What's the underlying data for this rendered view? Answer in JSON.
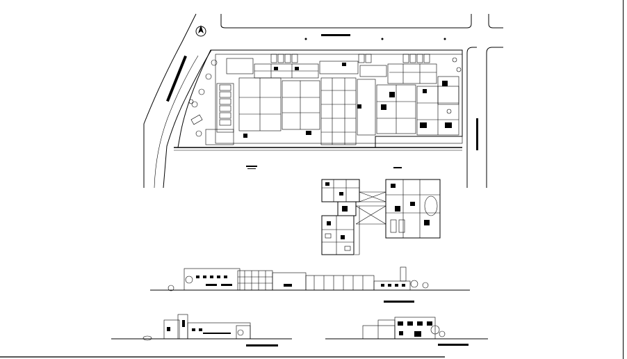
{
  "drawing": {
    "sheets": [
      "site-plan",
      "ground-floor-plan",
      "front-elevation",
      "side-elevation-left",
      "side-elevation-right"
    ]
  }
}
